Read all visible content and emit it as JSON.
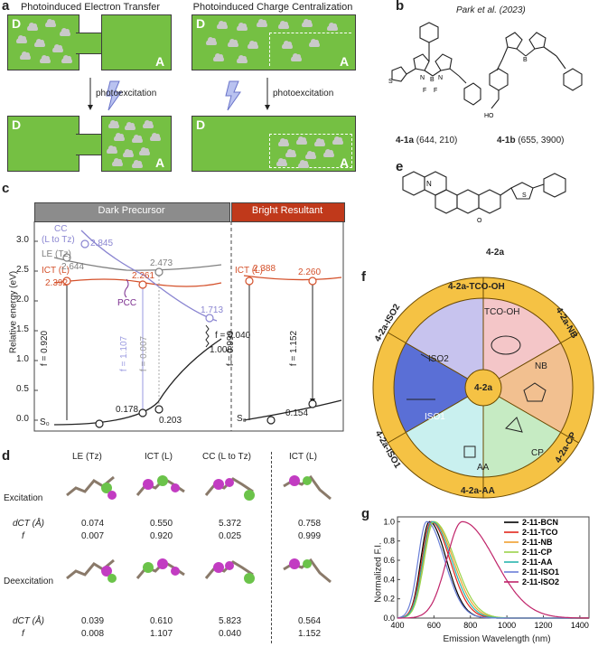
{
  "panels": {
    "a": "a",
    "b": "b",
    "c": "c",
    "d": "d",
    "e": "e",
    "f": "f",
    "g": "g"
  },
  "a": {
    "title_left": "Photoinduced Electron Transfer",
    "title_right": "Photoinduced Charge Centralization",
    "arrow_label": "photoexcitation",
    "D": "D",
    "A": "A"
  },
  "b": {
    "citation": "Park et al. (2023)",
    "mol1_name": "4-1a",
    "mol1_vals": "(644, 210)",
    "mol2_name": "4-1b",
    "mol2_vals": "(655, 3900)"
  },
  "e": {
    "mol_name": "4-2a"
  },
  "c": {
    "header_left": "Dark Precursor",
    "header_right": "Bright Resultant",
    "header_left_color": "#8c8c8c",
    "header_right_color": "#c0391b",
    "ylabel": "Relative energy (eV)",
    "yticks": [
      "0.0",
      "0.5",
      "1.0",
      "1.5",
      "2.0",
      "2.5",
      "3.0"
    ],
    "labels": {
      "cc": "CC",
      "cc_sub": "(L to Tz)",
      "le": "LE (Tz)",
      "ict": "ICT (L)",
      "ict_right": "ICT (L)",
      "pcc": "PCC",
      "s0": "S₀",
      "s0_right": "S₀"
    },
    "values": {
      "v2845": "2.845",
      "v2644": "2.644",
      "v2392": "2.392",
      "v2261": "2.261",
      "v2473": "2.473",
      "v1713": "1.713",
      "v0178": "0.178",
      "v0203": "0.203",
      "v1008": "1.008",
      "v2388": "2.388",
      "v2260": "2.260",
      "v0154": "0.154"
    },
    "f_labels": {
      "f0920": "f = 0.920",
      "f1107": "f = 1.107",
      "f0007": "f = 0.007",
      "f0040": "f = 0.040",
      "f0999": "f = 0.999",
      "f1152": "f = 1.152"
    },
    "colors": {
      "cc": "#8a85d1",
      "le": "#808080",
      "ict": "#d4502a",
      "s0": "#222222",
      "pcc": "#7b2d8e"
    }
  },
  "d": {
    "col_heads": [
      "LE (Tz)",
      "ICT (L)",
      "CC (L to Tz)",
      "ICT (L)"
    ],
    "row_excitation": "Excitation",
    "row_deexcitation": "Deexcitation",
    "dct_label": "dCT (Å)",
    "f_label": "f",
    "exc_dct": [
      "0.074",
      "0.550",
      "5.372",
      "0.758"
    ],
    "exc_f": [
      "0.007",
      "0.920",
      "0.025",
      "0.999"
    ],
    "deexc_dct": [
      "0.039",
      "0.610",
      "5.823",
      "0.564"
    ],
    "deexc_f": [
      "0.008",
      "1.107",
      "0.040",
      "1.152"
    ]
  },
  "f": {
    "center": "4-2a",
    "ring": [
      "4-2a-TCO-OH",
      "4-2a-NB",
      "4-2a-CP",
      "4-2a-AA",
      "4-2a-ISO1",
      "4-2a-ISO2"
    ],
    "inner": [
      "TCO-OH",
      "NB",
      "CP",
      "AA",
      "ISO1",
      "ISO2"
    ],
    "sector_colors": [
      "#f4c6c8",
      "#f2c090",
      "#c6ebc3",
      "#c9f0ef",
      "#5a6fd6",
      "#c7c3ee"
    ],
    "ring_color": "#f5c244"
  },
  "g": {
    "ylabel": "Normalized F.I.",
    "xlabel": "Emission Wavelength (nm)",
    "xticks": [
      "400",
      "600",
      "800",
      "1000",
      "1200",
      "1400"
    ],
    "yticks": [
      "0.0",
      "0.2",
      "0.4",
      "0.6",
      "0.8",
      "1.0"
    ]
  },
  "chart_data": [
    {
      "type": "line",
      "title": "",
      "xlabel": "Emission Wavelength (nm)",
      "ylabel": "Normalized F.I.",
      "xlim": [
        400,
        1450
      ],
      "ylim": [
        0,
        1.05
      ],
      "series": [
        {
          "name": "2-11-BCN",
          "color": "#000000",
          "peak": 575,
          "w1": 55,
          "w2": 110
        },
        {
          "name": "2-11-TCO",
          "color": "#e3261c",
          "peak": 585,
          "w1": 60,
          "w2": 120
        },
        {
          "name": "2-11-NB",
          "color": "#f0a030",
          "peak": 595,
          "w1": 62,
          "w2": 130
        },
        {
          "name": "2-11-CP",
          "color": "#9bd34b",
          "peak": 600,
          "w1": 62,
          "w2": 135
        },
        {
          "name": "2-11-AA",
          "color": "#2ab5ad",
          "peak": 590,
          "w1": 60,
          "w2": 125
        },
        {
          "name": "2-11-ISO1",
          "color": "#6a7fd8",
          "peak": 560,
          "w1": 55,
          "w2": 115
        },
        {
          "name": "2-11-ISO2",
          "color": "#c0246a",
          "peak": 755,
          "w1": 100,
          "w2": 210
        }
      ]
    }
  ]
}
